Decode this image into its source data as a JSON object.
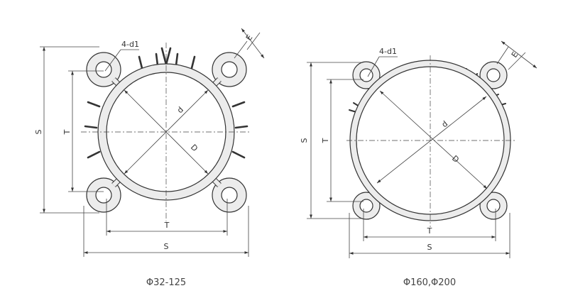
{
  "figures": [
    {
      "labels": {
        "holes": "4-d1",
        "inner_dia": "d",
        "outer_dia": "D",
        "slot": "E",
        "height": "S",
        "span_v": "T",
        "span_h": "T",
        "width": "S"
      },
      "caption": "Φ32-125"
    },
    {
      "labels": {
        "holes": "4-d1",
        "inner_dia": "d",
        "outer_dia": "D",
        "slot": "E",
        "height": "S",
        "span_v": "T",
        "span_h": "T",
        "width": "S"
      },
      "caption": "Φ160,Φ200"
    }
  ]
}
